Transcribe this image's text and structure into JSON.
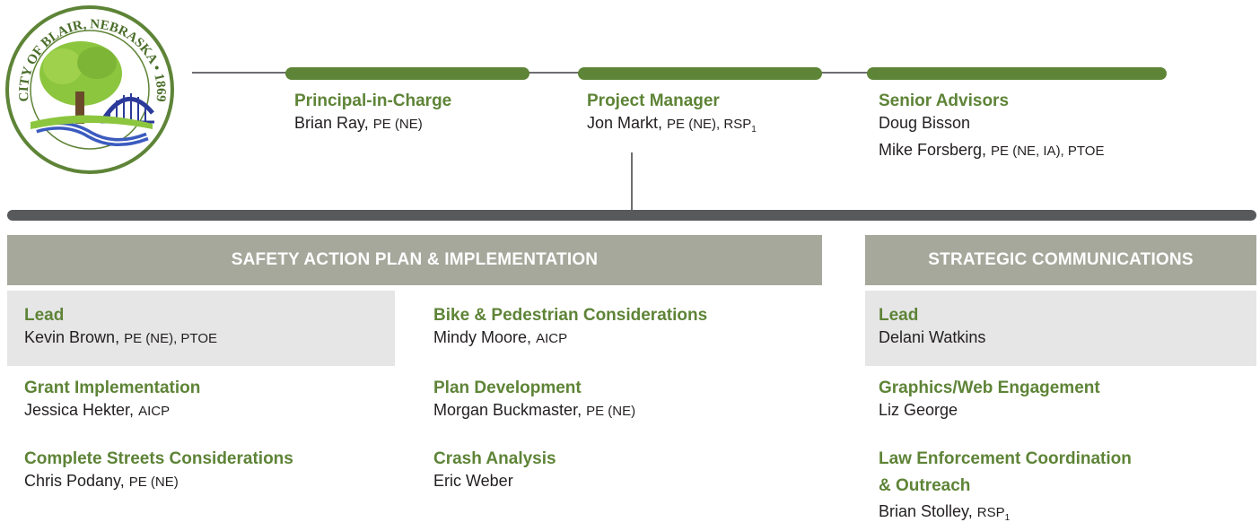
{
  "logo": {
    "ring_text": "CITY OF BLAIR, NEBRASKA • 1869",
    "colors": {
      "ring": "#5e8437",
      "tree": "#8cc63f",
      "trunk": "#6b4a2b",
      "bridge": "#2b3a9a",
      "river": "#3b5bbf"
    }
  },
  "top_roles": [
    {
      "role": "Principal-in-Charge",
      "people": [
        {
          "name": "Brian Ray",
          "cred": "PE (NE)"
        }
      ]
    },
    {
      "role": "Project Manager",
      "people": [
        {
          "name": "Jon Markt",
          "cred": "PE (NE), RSP",
          "sub": "1"
        }
      ]
    },
    {
      "role": "Senior Advisors",
      "people": [
        {
          "name": "Doug Bisson",
          "cred": ""
        },
        {
          "name": "Mike Forsberg",
          "cred": "PE (NE, IA), PTOE"
        }
      ]
    }
  ],
  "safety": {
    "header": "SAFETY ACTION PLAN & IMPLEMENTATION",
    "left": [
      {
        "role": "Lead",
        "name": "Kevin Brown",
        "cred": "PE (NE), PTOE"
      },
      {
        "role": "Grant Implementation",
        "name": "Jessica Hekter",
        "cred": "AICP"
      },
      {
        "role": "Complete Streets Considerations",
        "name": "Chris Podany",
        "cred": "PE (NE)"
      }
    ],
    "right": [
      {
        "role": "Bike & Pedestrian Considerations",
        "name": "Mindy Moore",
        "cred": "AICP"
      },
      {
        "role": "Plan Development",
        "name": "Morgan Buckmaster",
        "cred": "PE (NE)"
      },
      {
        "role": "Crash Analysis",
        "name": "Eric Weber",
        "cred": ""
      }
    ]
  },
  "strategic": {
    "header": "STRATEGIC COMMUNICATIONS",
    "items": [
      {
        "role": "Lead",
        "name": "Delani Watkins",
        "cred": ""
      },
      {
        "role": "Graphics/Web Engagement",
        "name": "Liz George",
        "cred": ""
      },
      {
        "role": "Law Enforcement Coordination",
        "role2": "& Outreach",
        "name": "Brian Stolley",
        "cred": "RSP",
        "sub": "1"
      }
    ]
  },
  "colors": {
    "accent_green": "#5e8437",
    "header_gray": "#a6a89c",
    "lead_bg": "#e6e6e7",
    "bar_gray": "#58595b"
  }
}
